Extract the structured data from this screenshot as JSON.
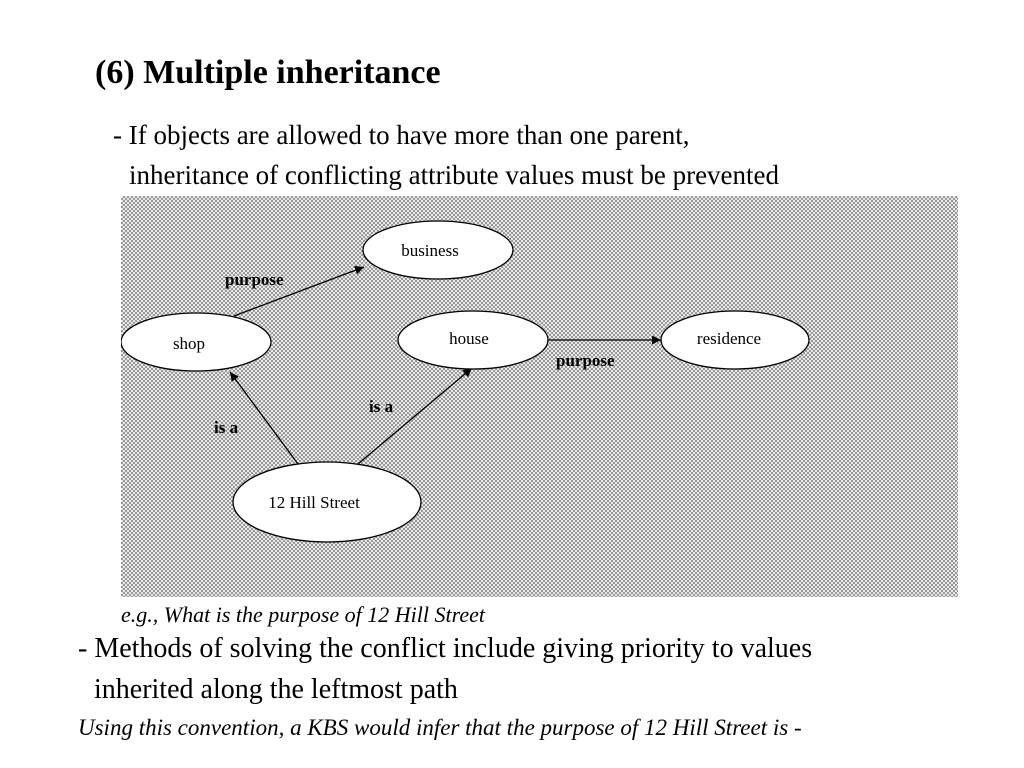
{
  "slide": {
    "title": "(6) Multiple inheritance",
    "bullet1": {
      "line1": "- If objects are allowed to have more than one  parent,",
      "line2": "inheritance of conflicting attribute values must be prevented"
    },
    "caption": "e.g., What is the purpose of 12 Hill Street",
    "bullet2": {
      "line1": "- Methods of solving the conflict include giving priority to values",
      "line2": "inherited along the leftmost path"
    },
    "conclusion": "Using this convention, a KBS would infer that the purpose of 12 Hill Street is -"
  },
  "diagram": {
    "nodes": {
      "business": "business",
      "shop": "shop",
      "house": "house",
      "residence": "residence",
      "hill_street": "12 Hill Street"
    },
    "edges": {
      "shop_business": "purpose",
      "house_residence": "purpose",
      "hill_shop": "is a",
      "hill_house": "is a"
    },
    "colors": {
      "pattern_background": "#9a9a9a",
      "pattern_foreground": "#e8e8e8",
      "node_fill": "#ffffff",
      "stroke": "#000000"
    }
  }
}
